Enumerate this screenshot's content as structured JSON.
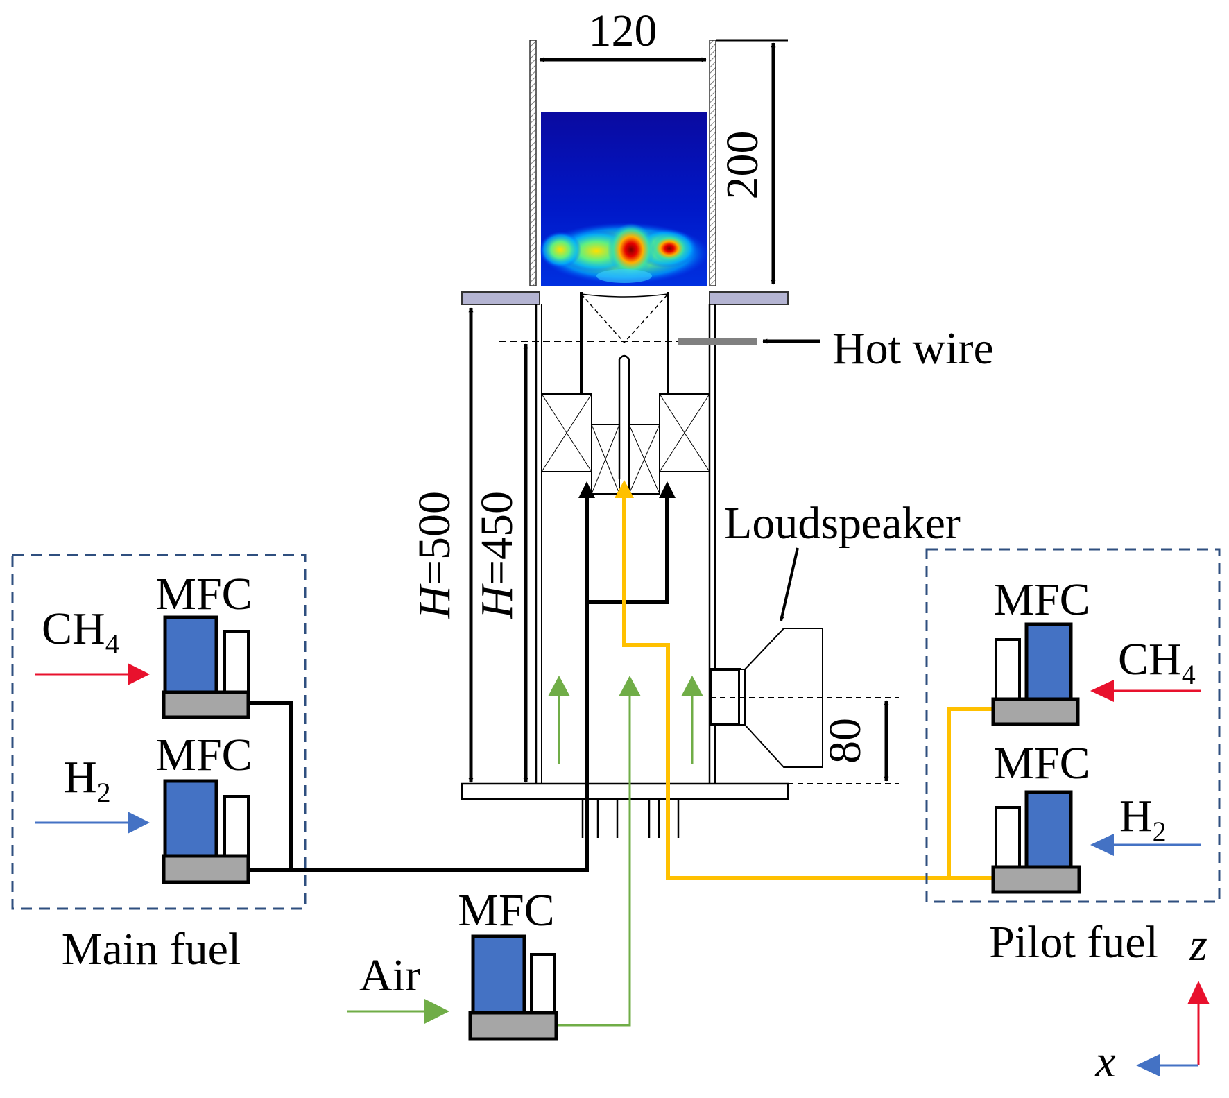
{
  "labels": {
    "width_120": "120",
    "height_200": "200",
    "hot_wire": "Hot wire",
    "loudspeaker": "Loudspeaker",
    "h500_var": "H",
    "h500_val": "=500",
    "h450_var": "H",
    "h450_val": "=450",
    "dim_80": "80",
    "mfc": "MFC",
    "ch4_main": "CH",
    "ch4_sub": "4",
    "h2_main": "H",
    "h2_sub": "2",
    "air": "Air",
    "main_fuel": "Main fuel",
    "pilot_fuel": "Pilot fuel",
    "axis_z": "z",
    "axis_x": "x"
  },
  "colors": {
    "ch4_arrow": "#e8112d",
    "h2_arrow": "#4472c4",
    "air_line": "#70ad47",
    "pilot_line": "#ffc000",
    "main_line": "#000000",
    "mfc_body": "#4472c4",
    "mfc_base": "#a6a6a6",
    "box_border": "#2f4f7f",
    "flange": "#b4b4d2"
  },
  "icons": [
    "mfc-icon",
    "loudspeaker-icon",
    "swirler-icon",
    "flame-image"
  ]
}
